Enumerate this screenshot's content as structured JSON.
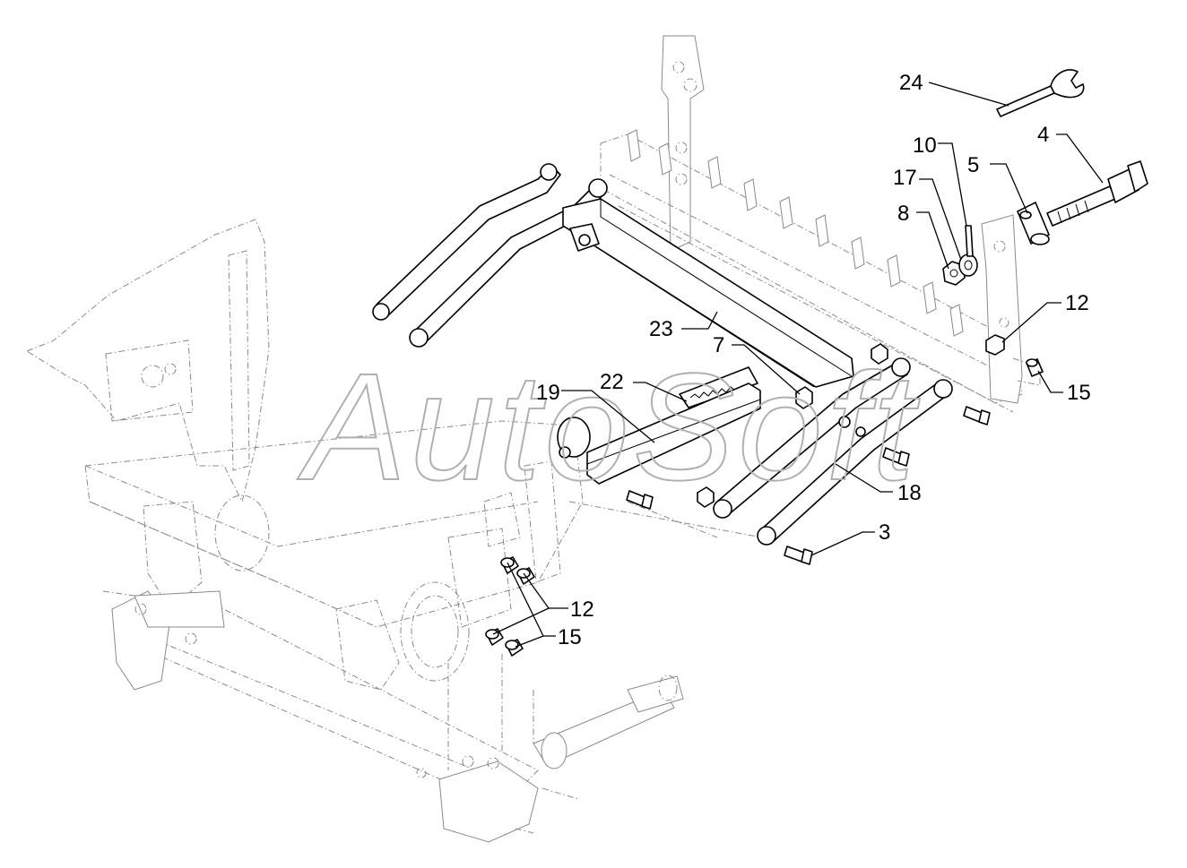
{
  "watermark": "AutoSoft",
  "callouts": [
    {
      "id": "24",
      "label": "24"
    },
    {
      "id": "4",
      "label": "4"
    },
    {
      "id": "10",
      "label": "10"
    },
    {
      "id": "5",
      "label": "5"
    },
    {
      "id": "17",
      "label": "17"
    },
    {
      "id": "8",
      "label": "8"
    },
    {
      "id": "12a",
      "label": "12"
    },
    {
      "id": "15a",
      "label": "15"
    },
    {
      "id": "23",
      "label": "23"
    },
    {
      "id": "7",
      "label": "7"
    },
    {
      "id": "22",
      "label": "22"
    },
    {
      "id": "19",
      "label": "19"
    },
    {
      "id": "18",
      "label": "18"
    },
    {
      "id": "3",
      "label": "3"
    },
    {
      "id": "12b",
      "label": "12"
    },
    {
      "id": "15b",
      "label": "15"
    }
  ]
}
